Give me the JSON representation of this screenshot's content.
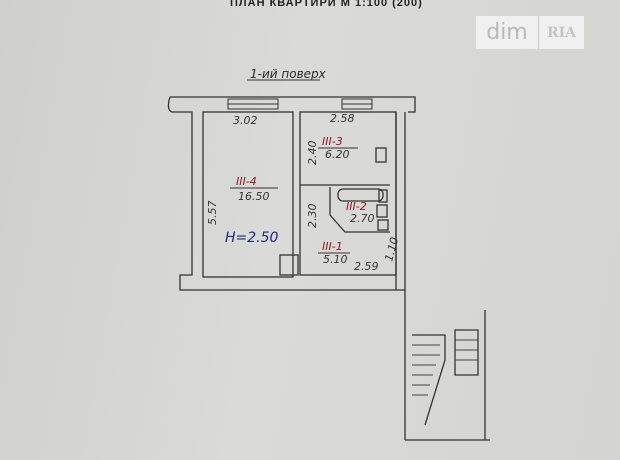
{
  "header": {
    "title": "ПЛАН КВАРТИРИ М 1:100 (200)",
    "floor_label": "1-ий поверх"
  },
  "logo": {
    "left": "dim",
    "right": "RIA"
  },
  "dimensions": {
    "room4_width": "3.02",
    "room3_width": "2.58",
    "room3_depth": "2.40",
    "room4_depth": "5.57",
    "hall_depth": "2.30",
    "hall_width": "2.59",
    "side": "1.10"
  },
  "rooms": [
    {
      "id": "III-4",
      "area": "16.50"
    },
    {
      "id": "III-3",
      "area": "6.20"
    },
    {
      "id": "III-2",
      "area": "2.70"
    },
    {
      "id": "III-1",
      "area": "5.10"
    }
  ],
  "ceiling_height": "H=2.50"
}
